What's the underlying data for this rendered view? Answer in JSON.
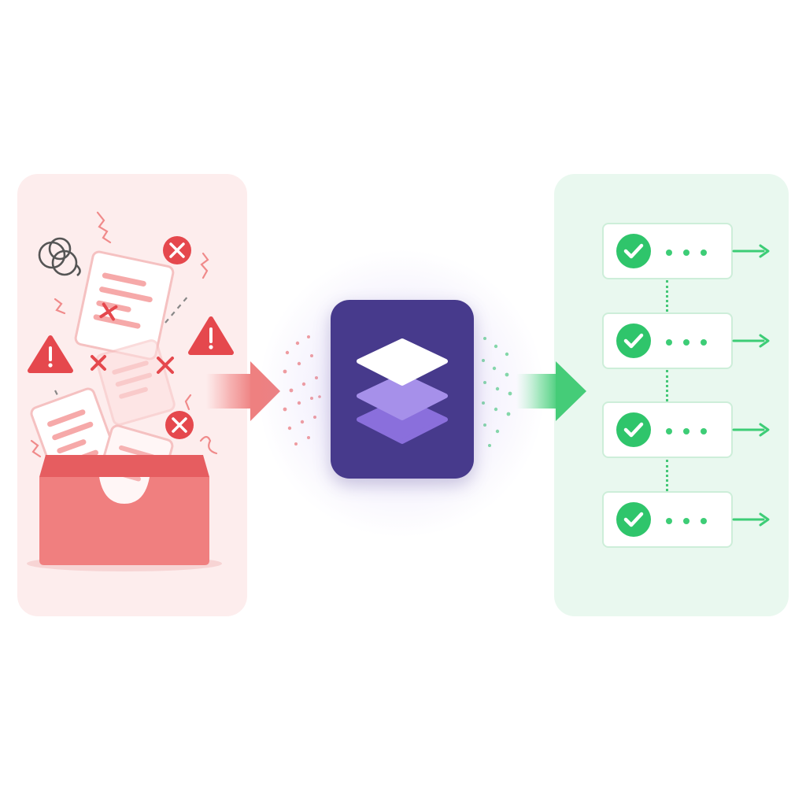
{
  "colors": {
    "input_panel": "#fdeded",
    "input_accent": "#e5484d",
    "tray": "#f07f7f",
    "processor": "#473a8c",
    "layer_top": "#ffffff",
    "layer_mid": "#a690ea",
    "layer_bottom": "#8a6fdc",
    "output_panel": "#e9f8ef",
    "output_accent": "#2fc56b"
  },
  "icons": {
    "input": [
      "tangle-icon",
      "error-x-icon",
      "warning-triangle-icon",
      "document-icon",
      "inbox-tray-icon",
      "squiggle-icon"
    ],
    "processor": "layers-stack-icon",
    "output": [
      "check-circle-icon",
      "ellipsis-icon",
      "arrow-right-icon"
    ]
  },
  "output_steps": [
    {
      "status": "done"
    },
    {
      "status": "done"
    },
    {
      "status": "done"
    },
    {
      "status": "done"
    }
  ]
}
